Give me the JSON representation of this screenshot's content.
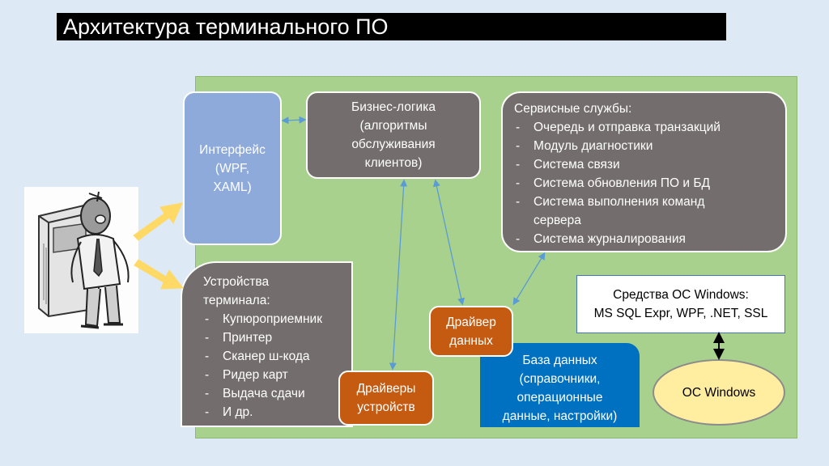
{
  "slide": {
    "title": "Архитектура терминального ПО"
  },
  "boxes": {
    "interface": {
      "lines": [
        "Интерфейс",
        "(WPF,",
        "XAML)"
      ]
    },
    "business": {
      "lines": [
        "Бизнес-логика",
        "(алгоритмы",
        "обслуживания",
        "клиентов)"
      ]
    },
    "services": {
      "heading": "Сервисные службы:",
      "items": [
        "Очередь и отправка транзакций",
        "Модуль диагностики",
        "Система связи",
        "Система обновления ПО и БД",
        "Система выполнения команд сервера",
        "Система журналирования"
      ]
    },
    "devices": {
      "heading": "Устройства терминала:",
      "items": [
        "Купюроприемник",
        "Принтер",
        "Сканер ш-кода",
        "Ридер карт",
        "Выдача сдачи",
        "И др."
      ]
    },
    "data_driver": {
      "lines": [
        "Драйвер",
        "данных"
      ]
    },
    "device_drivers": {
      "lines": [
        "Драйверы",
        "устройств"
      ]
    },
    "database": {
      "lines": [
        "База данных",
        "(справочники,",
        "операционные",
        "данные, настройки)"
      ]
    },
    "os_tools": {
      "lines": [
        "Средства ОС Windows:",
        "MS SQL Expr, WPF, .NET, SSL"
      ]
    },
    "os": {
      "label": "ОС Windows"
    }
  },
  "colors": {
    "title_bg": "#000000",
    "canvas_bg": "#a9d18e",
    "gray_box": "#736d6d",
    "interface_box": "#8eaadb",
    "driver_box": "#c55a11",
    "database_box": "#0070c0",
    "os_ellipse": "#ffeda0",
    "connector": "#5b9bd5",
    "arrow_yellow": "#ffd966"
  },
  "icons": {
    "terminal_user": "person-at-kiosk-sketch-icon"
  }
}
